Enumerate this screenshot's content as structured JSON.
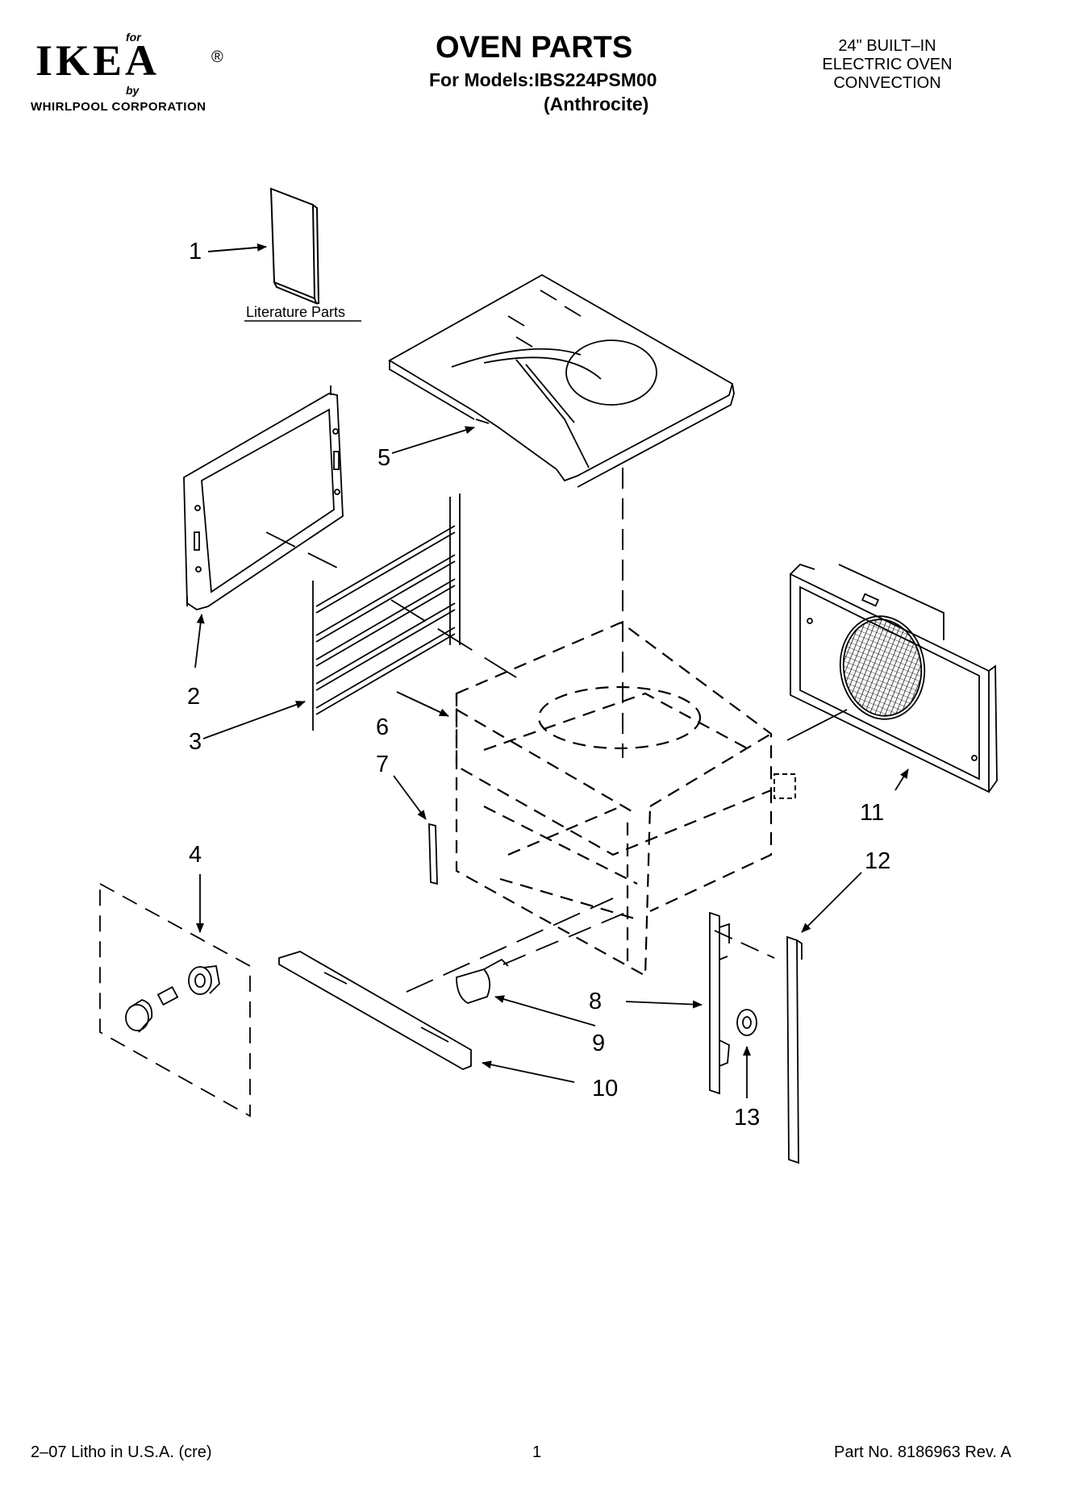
{
  "header": {
    "logo_for": "for",
    "logo_brand": "IKEA",
    "logo_registered": "®",
    "logo_by": "by",
    "logo_corporation": "WHIRLPOOL CORPORATION",
    "title": "OVEN PARTS",
    "models": "For Models:IBS224PSM00",
    "color": "(Anthrocite)",
    "product_lines": [
      "24\" BUILT–IN",
      "ELECTRIC OVEN",
      "CONVECTION"
    ]
  },
  "diagram": {
    "callouts": [
      "1",
      "2",
      "3",
      "4",
      "5",
      "6",
      "7",
      "8",
      "9",
      "10",
      "11",
      "12",
      "13"
    ],
    "literature_label": "Literature Parts"
  },
  "footer": {
    "left": "2–07 Litho in U.S.A. (cre)",
    "page": "1",
    "right": "Part No. 8186963 Rev. A"
  }
}
